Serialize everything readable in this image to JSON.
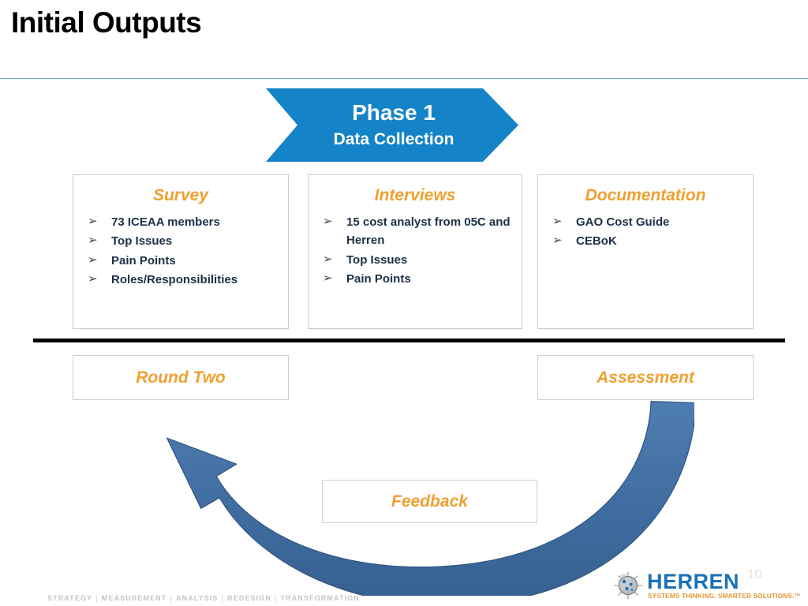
{
  "slide": {
    "title": "Initial Outputs",
    "page_number": "10"
  },
  "phase_banner": {
    "title": "Phase 1",
    "subtitle": "Data Collection",
    "fill_color": "#1483C8",
    "text_color": "#FFFFFF"
  },
  "cards": [
    {
      "heading": "Survey",
      "items": [
        "73 ICEAA members",
        "Top Issues",
        "Pain Points",
        "Roles/Responsibilities"
      ]
    },
    {
      "heading": "Interviews",
      "items": [
        "15 cost analyst from 05C and Herren",
        "Top Issues",
        "Pain Points"
      ]
    },
    {
      "heading": "Documentation",
      "items": [
        "GAO Cost Guide",
        "CEBoK"
      ]
    }
  ],
  "outcomes": {
    "round_two": "Round Two",
    "assessment": "Assessment",
    "feedback": "Feedback"
  },
  "footer": {
    "tagline_items": [
      "STRATEGY",
      "MEASUREMENT",
      "ANALYSIS",
      "REDESIGN",
      "TRANSFORMATION"
    ],
    "separator": "|"
  },
  "logo": {
    "wordmark": "HERREN",
    "tagline": "SYSTEMS THINKING. SMARTER SOLUTIONS.™"
  },
  "bullet_glyph": "➢",
  "colors": {
    "heading_orange": "#F0A030",
    "list_navy": "#1C3047",
    "banner_blue": "#1483C8",
    "arrow_blue": "#4371A5",
    "rule_blue": "#72A9CD",
    "divider_black": "#000000",
    "card_border": "#C9C9C9",
    "logo_blue": "#1A72B8",
    "logo_orange": "#E8962E"
  }
}
